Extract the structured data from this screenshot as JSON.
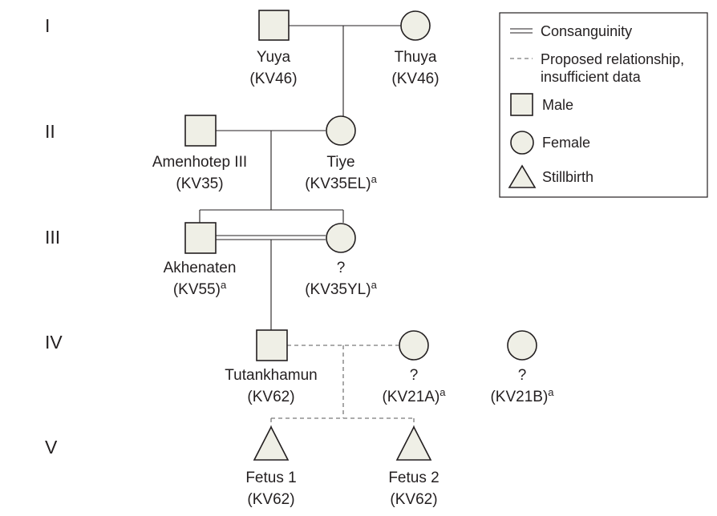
{
  "generations": [
    "I",
    "II",
    "III",
    "IV",
    "V"
  ],
  "individuals": {
    "yuya": {
      "name": "Yuya",
      "tomb": "(KV46)",
      "sup": ""
    },
    "thuya": {
      "name": "Thuya",
      "tomb": "(KV46)",
      "sup": ""
    },
    "amenhotep": {
      "name": "Amenhotep III",
      "tomb": "(KV35)",
      "sup": ""
    },
    "tiye": {
      "name": "Tiye",
      "tomb": "(KV35EL)",
      "sup": "a"
    },
    "akhenaten": {
      "name": "Akhenaten",
      "tomb": "(KV55)",
      "sup": "a"
    },
    "kv35yl": {
      "name": "?",
      "tomb": "(KV35YL)",
      "sup": "a"
    },
    "tutankhamun": {
      "name": "Tutankhamun",
      "tomb": "(KV62)",
      "sup": ""
    },
    "kv21a": {
      "name": "?",
      "tomb": "(KV21A)",
      "sup": "a"
    },
    "kv21b": {
      "name": "?",
      "tomb": "(KV21B)",
      "sup": "a"
    },
    "fetus1": {
      "name": "Fetus 1",
      "tomb": "(KV62)",
      "sup": ""
    },
    "fetus2": {
      "name": "Fetus 2",
      "tomb": "(KV62)",
      "sup": ""
    }
  },
  "legend": {
    "consanguinity": "Consanguinity",
    "proposed_line1": "Proposed relationship,",
    "proposed_line2": "insufficient data",
    "male": "Male",
    "female": "Female",
    "stillbirth": "Stillbirth"
  }
}
